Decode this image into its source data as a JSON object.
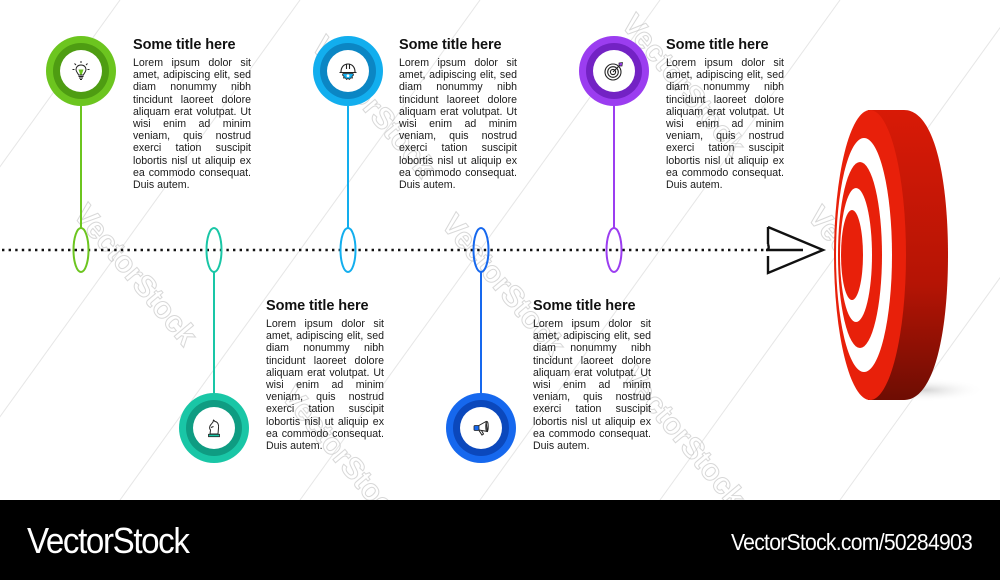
{
  "infographic": {
    "steps": [
      {
        "id": 1,
        "position": "top",
        "color": "#6cc51f",
        "color_dark": "#4e9d12",
        "icon": "lightbulb-icon",
        "title": "Some title here",
        "body": "Lorem ipsum dolor sit amet, adipiscing elit, sed diam nonummy nibh tincidunt laoreet dolore aliquam erat volutpat. Ut wisi enim ad minim veniam, quis nostrud exerci tation suscipit lobortis nisl ut aliquip ex ea commodo consequat. Duis autem."
      },
      {
        "id": 2,
        "position": "bottom",
        "color": "#19c6a6",
        "color_dark": "#0f9c82",
        "icon": "chess-knight-icon",
        "title": "Some title here",
        "body": "Lorem ipsum dolor sit amet, adipiscing elit, sed diam nonummy nibh tincidunt laoreet dolore aliquam erat volutpat. Ut wisi enim ad minim veniam, quis nostrud exerci tation suscipit lobortis nisl ut aliquip ex ea commodo consequat. Duis autem."
      },
      {
        "id": 3,
        "position": "top",
        "color": "#12aeee",
        "color_dark": "#0b86c4",
        "icon": "hard-hat-gear-icon",
        "title": "Some title here",
        "body": "Lorem ipsum dolor sit amet, adipiscing elit, sed diam nonummy nibh tincidunt laoreet dolore aliquam erat volutpat. Ut wisi enim ad minim veniam, quis nostrud exerci tation suscipit lobortis nisl ut aliquip ex ea commodo consequat. Duis autem."
      },
      {
        "id": 4,
        "position": "bottom",
        "color": "#1668ee",
        "color_dark": "#0b48bc",
        "icon": "megaphone-icon",
        "title": "Some title here",
        "body": "Lorem ipsum dolor sit amet, adipiscing elit, sed diam nonummy nibh tincidunt laoreet dolore aliquam erat volutpat. Ut wisi enim ad minim veniam, quis nostrud exerci tation suscipit lobortis nisl ut aliquip ex ea commodo consequat. Duis autem."
      },
      {
        "id": 5,
        "position": "top",
        "color": "#9b3df0",
        "color_dark": "#7322c4",
        "icon": "target-dart-icon",
        "title": "Some title here",
        "body": "Lorem ipsum dolor sit amet, adipiscing elit, sed diam nonummy nibh tincidunt laoreet dolore aliquam erat volutpat. Ut wisi enim ad minim veniam, quis nostrud exerci tation suscipit lobortis nisl ut aliquip ex ea commodo consequat. Duis autem."
      }
    ],
    "end_icons": [
      "paper-plane-icon",
      "archery-target-icon"
    ],
    "target_colors": {
      "red": "#e8200a",
      "dark_red": "#8c1206",
      "white": "#ffffff"
    }
  },
  "watermark": {
    "text": "VectorStock",
    "footer_brand": "VectorStock",
    "footer_url": "VectorStock.com/50284903"
  }
}
